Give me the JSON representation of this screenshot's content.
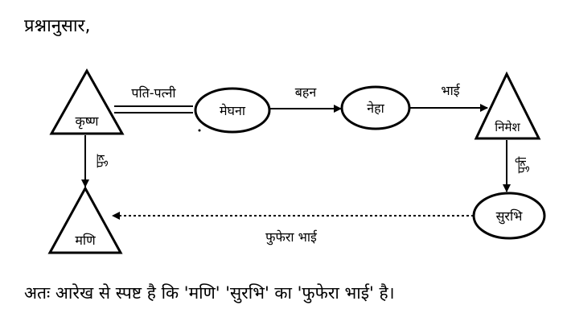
{
  "heading": "प्रश्नानुसार,",
  "nodes": {
    "krishna": "कृष्ण",
    "meghna": "मेघना",
    "neha": "नेहा",
    "nimesh": "निमेश",
    "mani": "मणि",
    "surbhi": "सुरभि"
  },
  "relations": {
    "krishna_meghna": "पति-पत्नी",
    "meghna_neha": "बहन",
    "neha_nimesh": "भाई",
    "krishna_mani": "पुत्र",
    "nimesh_surbhi": "पुत्री",
    "surbhi_mani": "फुफेरा भाई"
  },
  "conclusion": "अतः आरेख से स्पष्ट है कि 'मणि' 'सुरभि' का 'फुफेरा भाई' है।"
}
